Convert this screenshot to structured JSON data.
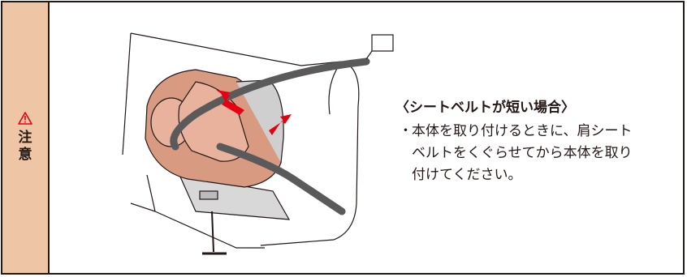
{
  "sidebar": {
    "icon": "warning-triangle-icon",
    "label_chars": [
      "注",
      "意"
    ],
    "bg_color": "#eec6a5",
    "accent_color": "#e60012"
  },
  "note": {
    "title": "〈シートベルトが短い場合〉",
    "bullet": "・",
    "body": "本体を取り付けるときに、肩シートベルトをくぐらせてから本体を取り付けてください。"
  },
  "illustration": {
    "subject": "child-car-seat-with-seatbelt",
    "arrow_color": "#e60012",
    "seat_color": "#d99a82"
  }
}
